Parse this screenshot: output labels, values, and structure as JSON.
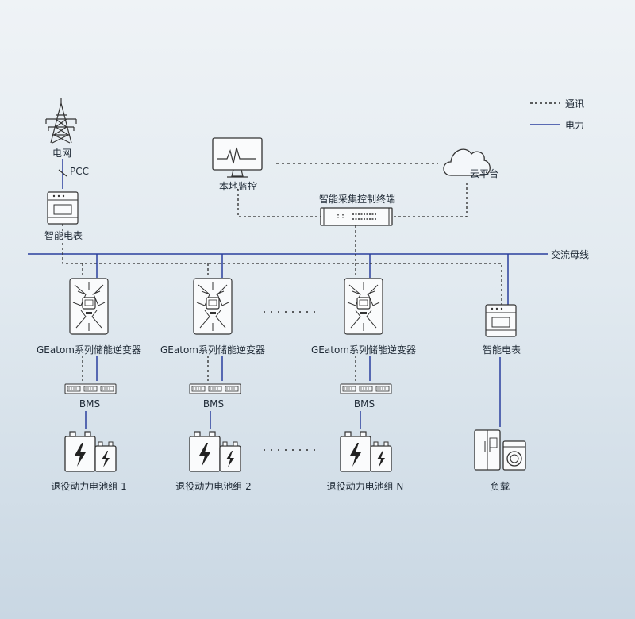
{
  "legend": {
    "comm_label": "通讯",
    "power_label": "电力"
  },
  "nodes": {
    "grid": "电网",
    "pcc": "PCC",
    "meter_grid": "智能电表",
    "local_monitor": "本地监控",
    "cloud": "云平台",
    "terminal": "智能采集控制终端",
    "ac_bus": "交流母线",
    "meter_load": "智能电表",
    "load": "负载"
  },
  "columns": [
    {
      "inverter": "GEatom系列储能逆变器",
      "bms": "BMS",
      "battery": "退役动力电池组 1"
    },
    {
      "inverter": "GEatom系列储能逆变器",
      "bms": "BMS",
      "battery": "退役动力电池组 2"
    },
    {
      "inverter": "GEatom系列储能逆变器",
      "bms": "BMS",
      "battery": "退役动力电池组 N"
    }
  ],
  "colors": {
    "power_line": "#2a3f9e",
    "comm_line": "#2b2b2b"
  }
}
